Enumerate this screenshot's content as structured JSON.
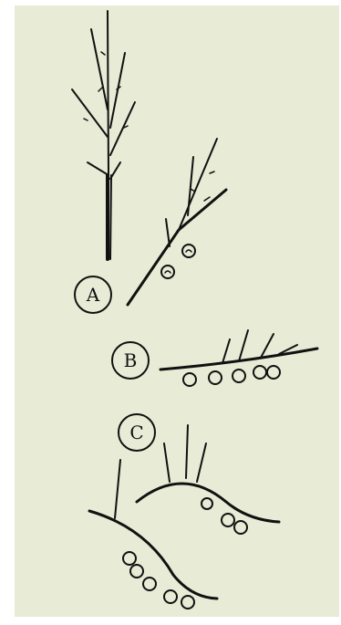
{
  "labels": {
    "a": "A",
    "b": "B",
    "c": "C"
  },
  "colors": {
    "background": "#e8ebd5",
    "ink": "#111111"
  }
}
